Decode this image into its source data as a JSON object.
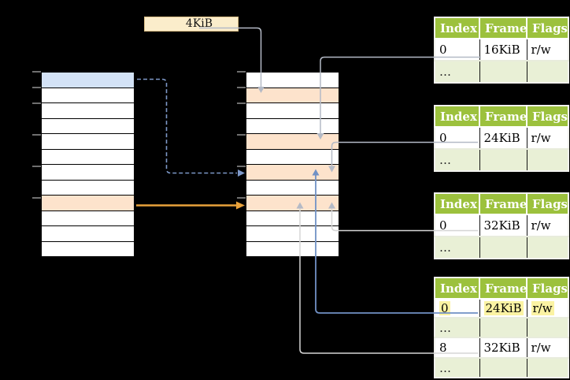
{
  "colors": {
    "background": "#000000",
    "header_green": "#9cc13d",
    "ellipsis_green": "#e9f0d6",
    "row_peach": "#fde3cc",
    "row_blue": "#d3e2f6",
    "box_cream": "#fbedcb",
    "arrow_orange": "#e9a23b",
    "arrow_blue": "#7191c5",
    "arrow_blue_dashed": "#7d98c8",
    "connector_gray": "#b4bac6",
    "connector_light": "#d5d5d5",
    "highlight_yellow": "#fbf3a3"
  },
  "page_size_label": "4KiB",
  "frame_tables": [
    {
      "headers": [
        "Index",
        "Frame",
        "Flags"
      ],
      "rows": [
        {
          "cells": [
            "0",
            "16KiB",
            "r/w"
          ]
        },
        {
          "cells": [
            "…",
            "",
            ""
          ]
        }
      ]
    },
    {
      "headers": [
        "Index",
        "Frame",
        "Flags"
      ],
      "rows": [
        {
          "cells": [
            "0",
            "24KiB",
            "r/w"
          ]
        },
        {
          "cells": [
            "…",
            "",
            ""
          ]
        }
      ]
    },
    {
      "headers": [
        "Index",
        "Frame",
        "Flags"
      ],
      "rows": [
        {
          "cells": [
            "0",
            "32KiB",
            "r/w"
          ]
        },
        {
          "cells": [
            "…",
            "",
            ""
          ]
        }
      ]
    },
    {
      "headers": [
        "Index",
        "Frame",
        "Flags"
      ],
      "rows": [
        {
          "cells": [
            "0",
            "24KiB",
            "r/w"
          ],
          "highlighted": true
        },
        {
          "cells": [
            "…",
            "",
            ""
          ]
        },
        {
          "cells": [
            "8",
            "32KiB",
            "r/w"
          ]
        },
        {
          "cells": [
            "…",
            "",
            ""
          ]
        }
      ]
    }
  ]
}
